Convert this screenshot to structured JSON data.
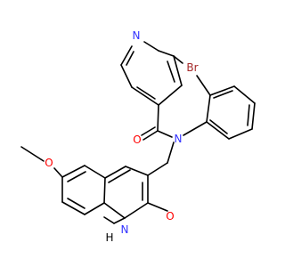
{
  "molecule": {
    "atoms": {
      "pyridine_n": {
        "label": "N",
        "color": "#3333ff"
      },
      "bromine": {
        "label": "Br",
        "color": "#a52a2a"
      },
      "carbonyl_o": {
        "label": "O",
        "color": "#ff0000"
      },
      "amide_n": {
        "label": "N",
        "color": "#3333ff"
      },
      "methoxy_o": {
        "label": "O",
        "color": "#ff0000"
      },
      "quinolinone_o": {
        "label": "O",
        "color": "#ff0000"
      },
      "quinolinone_h": {
        "label": "H",
        "color": "#000000"
      },
      "quinolinone_n": {
        "label": "N",
        "color": "#3333ff"
      }
    }
  }
}
